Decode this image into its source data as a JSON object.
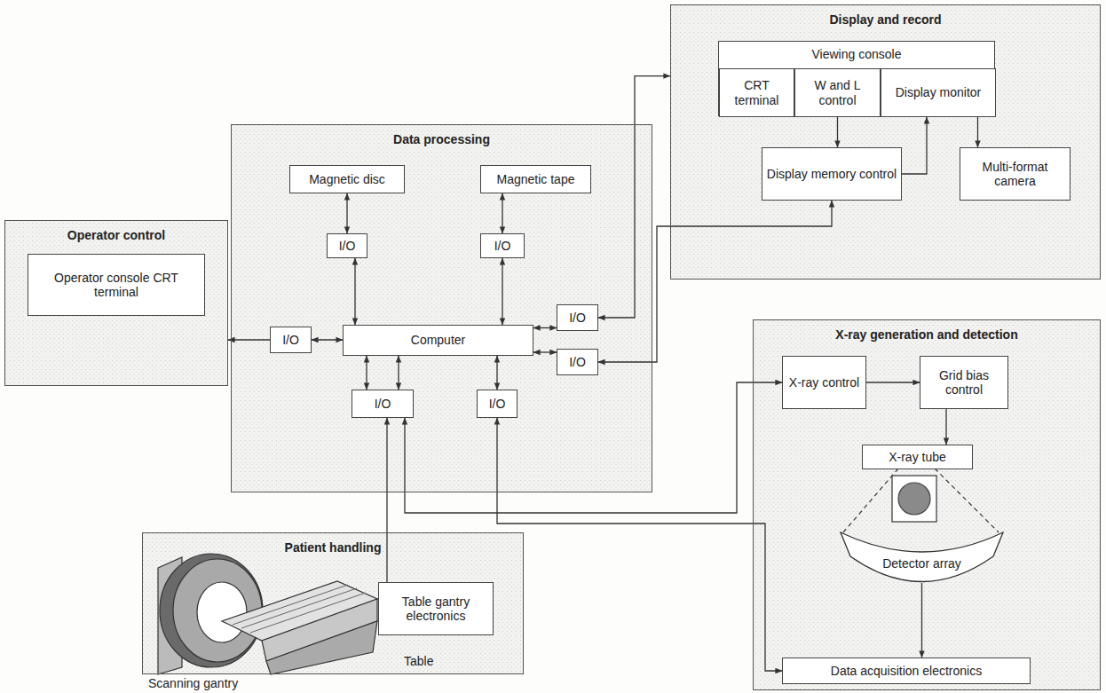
{
  "diagram": {
    "nodes": [
      {
        "text": [
          "Display and record"
        ]
      },
      {
        "text": [
          "Viewing console"
        ],
        "in": 0
      },
      {
        "text": [
          "CRT terminal"
        ],
        "in": 1
      },
      {
        "text": [
          "W and L control"
        ],
        "in": 1
      },
      {
        "text": [
          "Display monitor"
        ],
        "in": 1
      },
      {
        "text": [
          "Display memory control"
        ],
        "in": 0
      },
      {
        "text": [
          "Multi-format camera"
        ],
        "in": 0
      },
      {
        "text": [
          "Data processing"
        ]
      },
      {
        "text": [
          "Magnetic disc"
        ],
        "in": 7
      },
      {
        "text": [
          "Magnetic tape"
        ],
        "in": 7
      },
      {
        "text": [
          "I/O"
        ],
        "in": 7
      },
      {
        "text": [
          "I/O"
        ],
        "in": 7
      },
      {
        "text": [
          "I/O"
        ],
        "in": 7
      },
      {
        "text": [
          "Computer"
        ],
        "in": 7
      },
      {
        "text": [
          "I/O"
        ],
        "in": 7
      },
      {
        "text": [
          "I/O"
        ],
        "in": 7
      },
      {
        "text": [
          "I/O"
        ],
        "in": 7
      },
      {
        "text": [
          "I/O"
        ],
        "in": 7
      },
      {
        "text": [
          "Operator control"
        ]
      },
      {
        "text": [
          "Operator console CRT terminal"
        ],
        "in": 18
      },
      {
        "text": [
          "X-ray generation and detection"
        ]
      },
      {
        "text": [
          "X-ray control"
        ],
        "in": 20
      },
      {
        "text": [
          "Grid bias control"
        ],
        "in": 20
      },
      {
        "text": [
          "X-ray tube"
        ],
        "in": 20
      },
      {
        "text": [
          "Detector array"
        ],
        "in": 20
      },
      {
        "text": [
          "Data acquisition electronics"
        ],
        "in": 20
      },
      {
        "text": [
          "Patient handling"
        ]
      },
      {
        "text": [
          "Table gantry electronics"
        ],
        "in": 26
      }
    ],
    "edges": [
      {
        "from": 8,
        "to": 10,
        "arrow": "both"
      },
      {
        "from": 9,
        "to": 11,
        "arrow": "both"
      },
      {
        "from": 10,
        "to": 13,
        "arrow": "both"
      },
      {
        "from": 11,
        "to": 13,
        "arrow": "both"
      },
      {
        "from": 12,
        "to": 13,
        "arrow": "both"
      },
      {
        "from": 13,
        "to": 14,
        "arrow": "both"
      },
      {
        "from": 13,
        "to": 15,
        "arrow": "both"
      },
      {
        "from": 13,
        "to": 16,
        "arrow": "both"
      },
      {
        "from": 13,
        "to": 16,
        "arrow": "both"
      },
      {
        "from": 13,
        "to": 17,
        "arrow": "both"
      },
      {
        "from": 12,
        "to": 18,
        "arrow": "to"
      },
      {
        "from": 14,
        "to": 0,
        "arrow": "both"
      },
      {
        "from": 15,
        "to": 5,
        "arrow": "both"
      },
      {
        "from": 3,
        "to": 5,
        "arrow": "to"
      },
      {
        "from": 5,
        "to": 4,
        "arrow": "to"
      },
      {
        "from": 4,
        "to": 6,
        "arrow": "to"
      },
      {
        "from": 16,
        "to": 21,
        "arrow": "both"
      },
      {
        "from": 27,
        "to": 16,
        "arrow": "to"
      },
      {
        "from": 17,
        "to": 25,
        "arrow": "both"
      },
      {
        "from": 21,
        "to": 22,
        "arrow": "to"
      },
      {
        "from": 22,
        "to": 23,
        "arrow": "to"
      },
      {
        "from": 24,
        "to": 25,
        "arrow": "to"
      }
    ],
    "labels": [
      "Table",
      "Scanning gantry"
    ]
  }
}
